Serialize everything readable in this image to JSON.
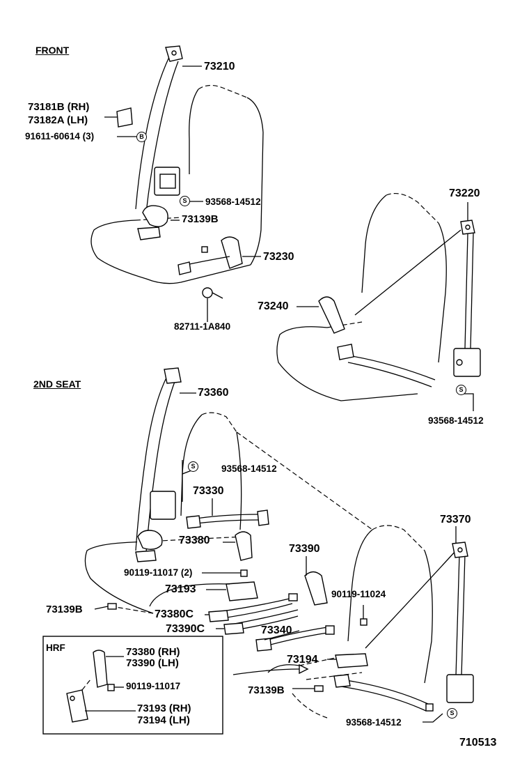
{
  "headings": {
    "front": "FRONT",
    "second_seat": "2ND SEAT",
    "hrf": "HRF"
  },
  "circle_marks": {
    "b": "B",
    "s": "S"
  },
  "labels": {
    "p73210": "73210",
    "p73181b": "73181B (RH)",
    "p73182a": "73182A (LH)",
    "p91611": "91611-60614 (3)",
    "p93568_a": "93568-14512",
    "p73139b_a": "73139B",
    "p73230": "73230",
    "p82711": "82711-1A840",
    "p73220": "73220",
    "p73240": "73240",
    "p93568_b": "93568-14512",
    "p73360": "73360",
    "p93568_c": "93568-14512",
    "p73330": "73330",
    "p73380": "73380",
    "p90119_11017_2": "90119-11017 (2)",
    "p73193": "73193",
    "p73139b_b": "73139B",
    "p73380c": "73380C",
    "p73390c": "73390C",
    "p73390": "73390",
    "p90119_11024": "90119-11024",
    "p73340": "73340",
    "p73194": "73194",
    "p73139b_c": "73139B",
    "p93568_d": "93568-14512",
    "p73370": "73370",
    "hrf_73380": "73380 (RH)",
    "hrf_73390": "73390 (LH)",
    "hrf_90119": "90119-11017",
    "hrf_73193": "73193 (RH)",
    "hrf_73194": "73194 (LH)",
    "diagram_id": "710513"
  }
}
